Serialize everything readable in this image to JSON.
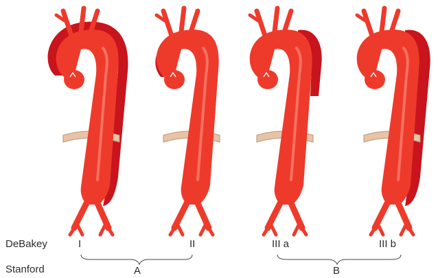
{
  "row_labels": {
    "debakey": "DeBakey",
    "stanford": "Stanford"
  },
  "debakey_types": [
    "I",
    "II",
    "III a",
    "III b"
  ],
  "stanford_groups": [
    "A",
    "B"
  ],
  "colors": {
    "aorta": "#ee3a2b",
    "aorta_highlight": "#f8806f",
    "false_lumen": "#c8141c",
    "diaphragm": "#e8c3a6",
    "diaphragm_edge": "#b89478",
    "text": "#2b2b2b",
    "brace": "#444444"
  }
}
